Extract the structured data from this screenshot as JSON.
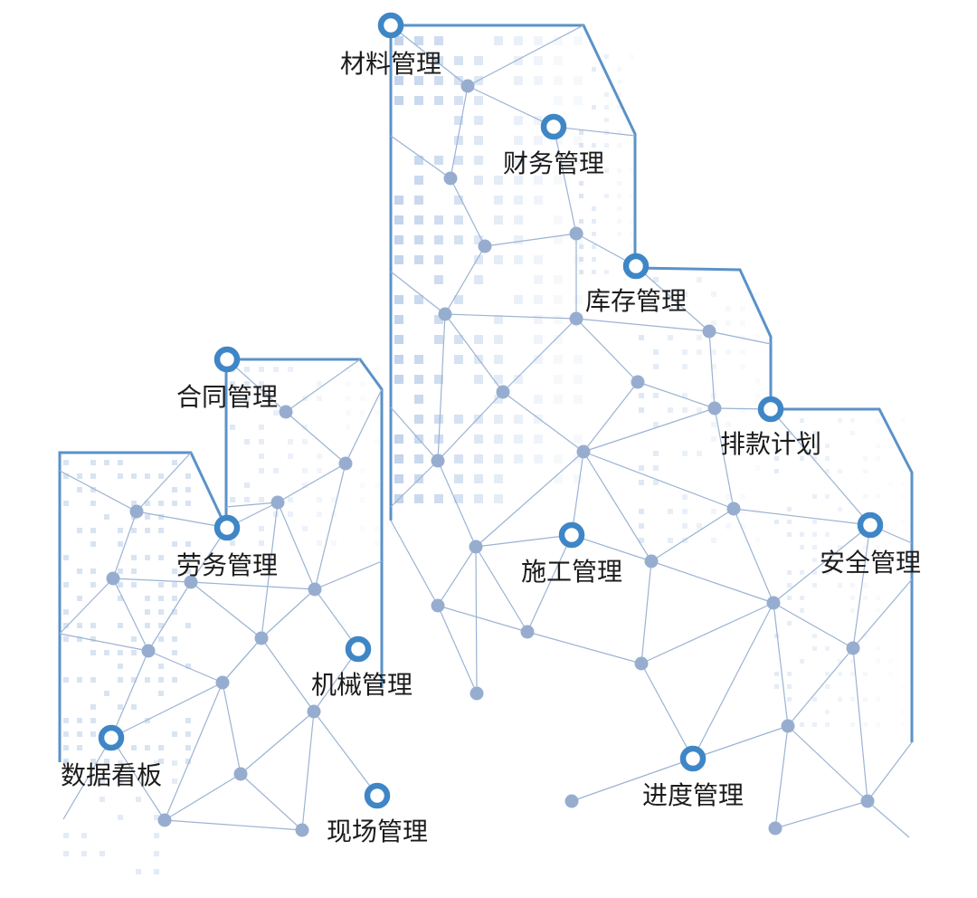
{
  "diagram": {
    "colors": {
      "hub_ring": "#3f86c6",
      "outline": "#5b92c8",
      "edge": "#9bb3d3",
      "dot": "#97add0",
      "building_squares": "#b9cde8",
      "label_text": "#1b1b1b"
    },
    "nodes": [
      {
        "id": "materials",
        "label": "材料管理"
      },
      {
        "id": "finance",
        "label": "财务管理"
      },
      {
        "id": "inventory",
        "label": "库存管理"
      },
      {
        "id": "contract",
        "label": "合同管理"
      },
      {
        "id": "payment",
        "label": "排款计划"
      },
      {
        "id": "labor",
        "label": "劳务管理"
      },
      {
        "id": "construction",
        "label": "施工管理"
      },
      {
        "id": "safety",
        "label": "安全管理"
      },
      {
        "id": "machinery",
        "label": "机械管理"
      },
      {
        "id": "dashboard",
        "label": "数据看板"
      },
      {
        "id": "progress",
        "label": "进度管理"
      },
      {
        "id": "site",
        "label": "现场管理"
      }
    ]
  }
}
